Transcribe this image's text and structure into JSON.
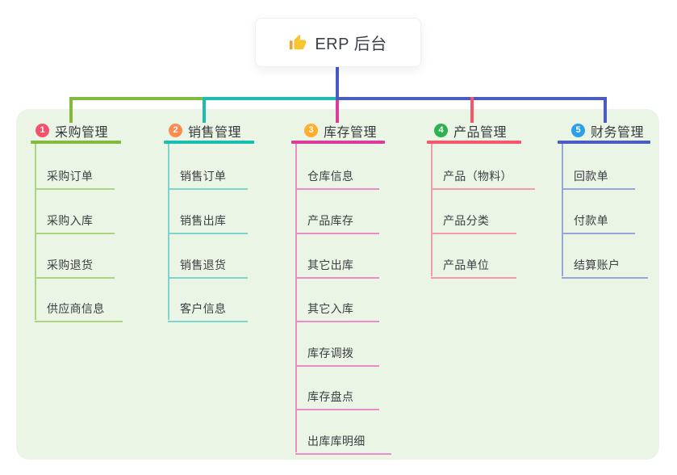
{
  "canvas": {
    "background": "#FFFFFF",
    "panel_background": "#EBF5E6"
  },
  "root": {
    "title": "ERP 后台",
    "icon": "thumbs-up",
    "icon_color": "#F7C52E",
    "connector_color": "#4A5BC4"
  },
  "branches": [
    {
      "number": "1",
      "label": "采购管理",
      "color": "#82B93E",
      "badge_color": "#F4516C",
      "children": [
        "采购订单",
        "采购入库",
        "采购退货",
        "供应商信息"
      ]
    },
    {
      "number": "2",
      "label": "销售管理",
      "color": "#1CBCB0",
      "badge_color": "#FF8A50",
      "children": [
        "销售订单",
        "销售出库",
        "销售退货",
        "客户信息"
      ]
    },
    {
      "number": "3",
      "label": "库存管理",
      "color": "#DB3C9E",
      "badge_color": "#FFAE2D",
      "children": [
        "仓库信息",
        "产品库存",
        "其它出库",
        "其它入库",
        "库存调拨",
        "库存盘点",
        "出库库明细"
      ]
    },
    {
      "number": "4",
      "label": "产品管理",
      "color": "#F5566C",
      "badge_color": "#2FB151",
      "children": [
        "产品（物料）",
        "产品分类",
        "产品单位"
      ]
    },
    {
      "number": "5",
      "label": "财务管理",
      "color": "#4A5BC4",
      "badge_color": "#2C9FE8",
      "children": [
        "回款单",
        "付款单",
        "结算账户"
      ]
    }
  ]
}
